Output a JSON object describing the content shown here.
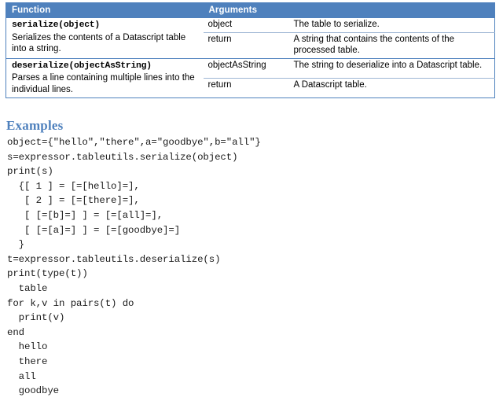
{
  "table": {
    "headers": [
      "Function",
      "Arguments",
      ""
    ],
    "header_bg": "#4F81BD",
    "header_text_color": "#FFFFFF",
    "border_color": "#4F81BD",
    "rows": [
      {
        "signature": "serialize(object)",
        "description": "Serializes the contents of a Datascript table into a string.",
        "args": [
          {
            "name": "object",
            "desc": "The table to serialize."
          },
          {
            "name": "return",
            "desc": "A string that contains the contents of the processed table."
          }
        ]
      },
      {
        "signature": "deserialize(objectAsString)",
        "description": "Parses a line containing multiple lines into the individual lines.",
        "args": [
          {
            "name": "objectAsString",
            "desc": "The string to deserialize into a Datascript table."
          },
          {
            "name": "return",
            "desc": "A Datascript table."
          }
        ]
      }
    ]
  },
  "examples": {
    "heading": "Examples",
    "heading_color": "#4F81BD",
    "code_lines": [
      "object={\"hello\",\"there\",a=\"goodbye\",b=\"all\"}",
      "s=expressor.tableutils.serialize(object)",
      "print(s)",
      "  {[ 1 ] = [=[hello]=],",
      "   [ 2 ] = [=[there]=],",
      "   [ [=[b]=] ] = [=[all]=],",
      "   [ [=[a]=] ] = [=[goodbye]=]",
      "  }",
      "t=expressor.tableutils.deserialize(s)",
      "print(type(t))",
      "  table",
      "for k,v in pairs(t) do",
      "  print(v)",
      "end",
      "  hello",
      "  there",
      "  all",
      "  goodbye"
    ]
  }
}
